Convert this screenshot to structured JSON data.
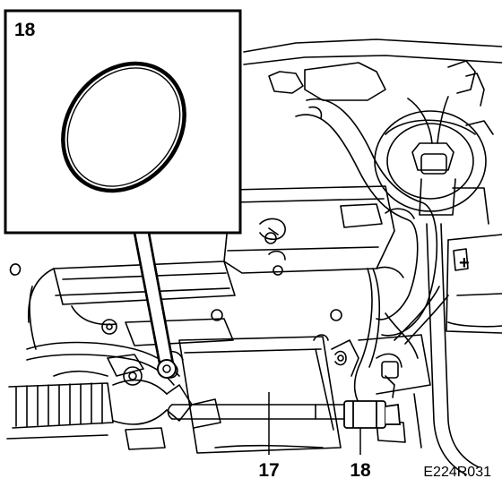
{
  "inset": {
    "label": "18"
  },
  "callouts": [
    {
      "id": "17",
      "text": "17"
    },
    {
      "id": "18",
      "text": "18"
    }
  ],
  "figure_id": "E224R031",
  "battery_mark": "+"
}
